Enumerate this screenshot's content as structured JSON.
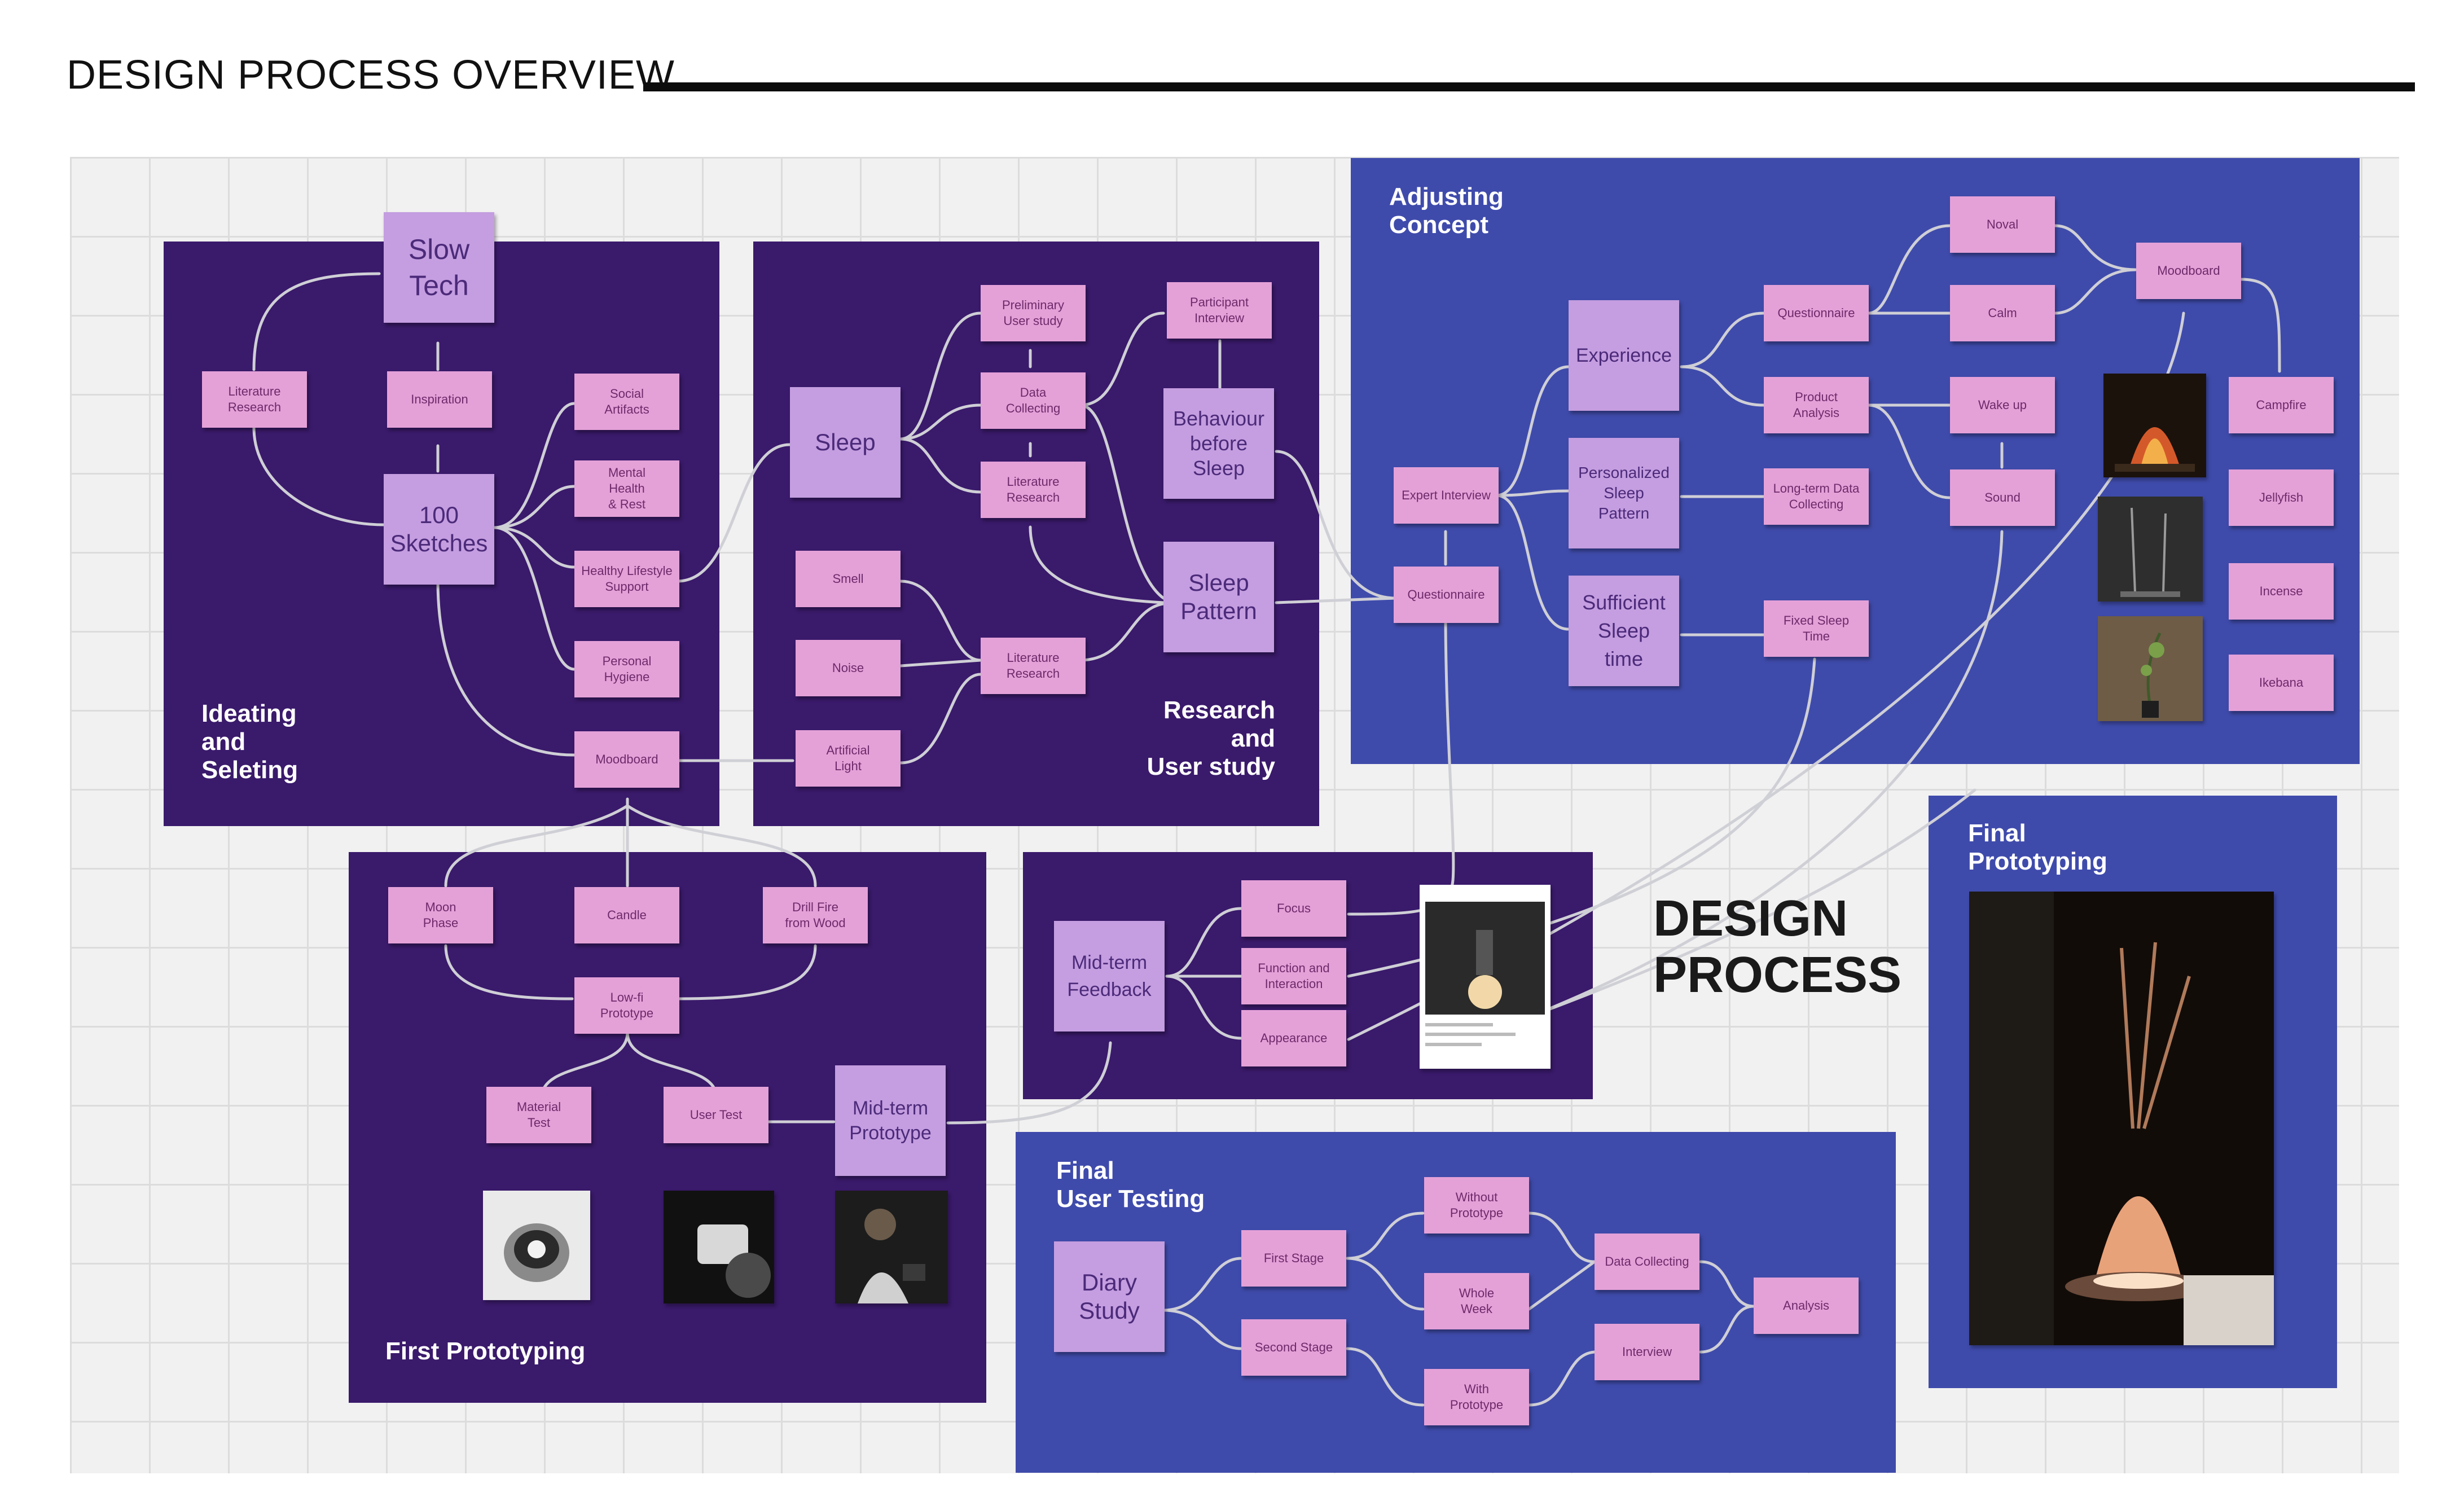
{
  "page": {
    "title": "DESIGN PROCESS OVERVIEW",
    "center_label": "DESIGN\nPROCESS"
  },
  "colors": {
    "dark_panel": "#3a1a6b",
    "blue_panel": "#3f4bab",
    "small_note": "#e4a1d8",
    "large_note": "#c49ee0",
    "connector": "#cfcfd6"
  },
  "panels": {
    "ideating": "Ideating\nand\nSeleting",
    "research": "Research\nand\nUser study",
    "adjusting": "Adjusting\nConcept",
    "first_proto": "First Prototyping",
    "final_testing": "Final\nUser Testing",
    "final_proto": "Final\nPrototyping"
  },
  "notes": {
    "slow_tech": "Slow\nTech",
    "lit_research_1": "Literature\nResearch",
    "inspiration": "Inspiration",
    "sketches": "100\nSketches",
    "social": "Social\nArtifacts",
    "mental": "Mental\nHealth\n& Rest",
    "healthy": "Healthy Lifestyle\nSupport",
    "hygiene": "Personal\nHygiene",
    "moodboard_1": "Moodboard",
    "sleep": "Sleep",
    "prelim": "Preliminary\nUser study",
    "data_coll_1": "Data\nCollecting",
    "lit_research_2": "Literature\nResearch",
    "participant": "Participant\nInterview",
    "behaviour": "Behaviour\nbefore\nSleep",
    "sleep_pattern": "Sleep\nPattern",
    "smell": "Smell",
    "noise": "Noise",
    "artificial": "Artificial\nLight",
    "lit_research_3": "Literature\nResearch",
    "expert": "Expert Interview",
    "questionnaire_1": "Questionnaire",
    "experience": "Experience",
    "personalized": "Personalized\nSleep\nPattern",
    "sufficient": "Sufficient\nSleep\ntime",
    "questionnaire_2": "Questionnaire",
    "product": "Product\nAnalysis",
    "longterm": "Long-term Data\nCollecting",
    "fixed": "Fixed Sleep\nTime",
    "noval": "Noval",
    "calm": "Calm",
    "wakeup": "Wake up",
    "sound": "Sound",
    "moodboard_2": "Moodboard",
    "campfire": "Campfire",
    "jellyfish": "Jellyfish",
    "incense": "Incense",
    "ikebana": "Ikebana",
    "moon": "Moon\nPhase",
    "candle": "Candle",
    "drill": "Drill Fire\nfrom Wood",
    "lofi": "Low-fi\nPrototype",
    "material": "Material\nTest",
    "usertest": "User Test",
    "midterm_proto": "Mid-term\nPrototype",
    "midterm_fb": "Mid-term\nFeedback",
    "focus": "Focus",
    "function": "Function and\nInteraction",
    "appearance": "Appearance",
    "diary": "Diary\nStudy",
    "first_stage": "First Stage",
    "second_stage": "Second Stage",
    "without": "Without\nPrototype",
    "whole": "Whole\nWeek",
    "with": "With\nPrototype",
    "data_coll_2": "Data Collecting",
    "interview": "Interview",
    "analysis": "Analysis"
  },
  "photos": [
    {
      "name": "campfire-photo",
      "colors": [
        "#2a1a10",
        "#d4592a",
        "#f3b04a"
      ]
    },
    {
      "name": "incense-sticks-photo",
      "colors": [
        "#2c2c2c",
        "#6a6a6a",
        "#9a9a9a"
      ]
    },
    {
      "name": "ikebana-photo",
      "colors": [
        "#4a3a28",
        "#7c6a52",
        "#3f5a2a"
      ]
    },
    {
      "name": "material-test-photo",
      "colors": [
        "#e6e6e6",
        "#8a8a8a",
        "#2a2a2a"
      ]
    },
    {
      "name": "user-test-photo",
      "colors": [
        "#111111",
        "#d8d8d8",
        "#4a4a4a"
      ]
    },
    {
      "name": "midterm-prototype-photo",
      "colors": [
        "#1c1c1c",
        "#d0d0d0",
        "#3a3a3a"
      ]
    },
    {
      "name": "feedback-poster-photo",
      "colors": [
        "#ffffff",
        "#2a2a2a",
        "#f2d8a8"
      ]
    },
    {
      "name": "final-prototype-photo",
      "colors": [
        "#120c08",
        "#e8a27a",
        "#fbe0c8"
      ]
    }
  ]
}
